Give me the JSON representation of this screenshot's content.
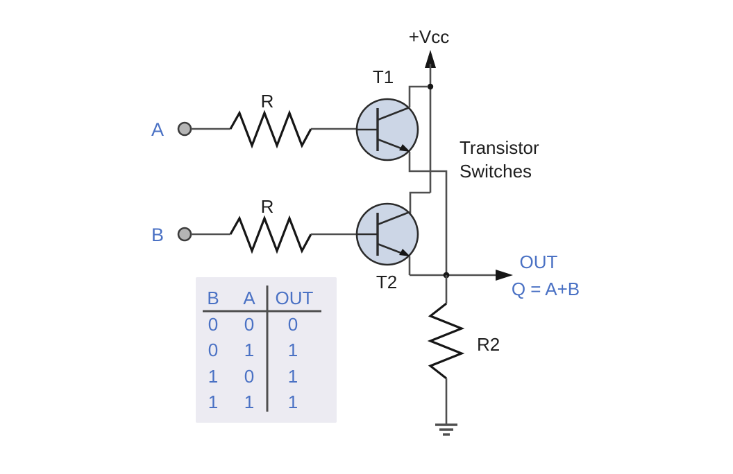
{
  "circuit": {
    "power_label": "+Vcc",
    "input_a_label": "A",
    "input_b_label": "B",
    "resistor_a_label": "R",
    "resistor_b_label": "R",
    "output_resistor_label": "R2",
    "transistor1_label": "T1",
    "transistor2_label": "T2",
    "annotation_line1": "Transistor",
    "annotation_line2": "Switches",
    "output_label": "OUT",
    "output_equation": "Q = A+B"
  },
  "truth_table": {
    "headers": [
      "B",
      "A",
      "OUT"
    ],
    "rows": [
      [
        "0",
        "0",
        "0"
      ],
      [
        "0",
        "1",
        "1"
      ],
      [
        "1",
        "0",
        "1"
      ],
      [
        "1",
        "1",
        "1"
      ]
    ]
  },
  "colors": {
    "blue_label": "#4a71c4",
    "dark_label": "#1e1e1e",
    "wire": "#4f4f4f",
    "resistor": "#161616",
    "transistor_fill": "#ccd6e6",
    "transistor_stroke": "#2b2b2b",
    "terminal_fill": "#b5b5b5",
    "terminal_stroke": "#3c3c3c",
    "table_bg": "#ecebf2",
    "table_line": "#4f4f4f"
  }
}
